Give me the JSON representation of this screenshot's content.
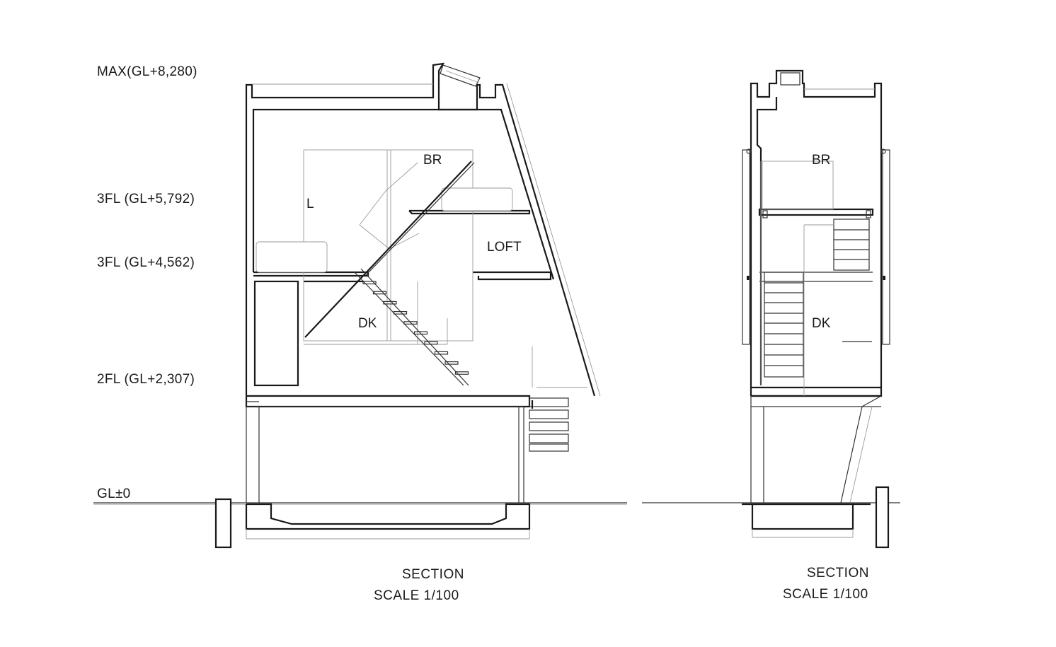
{
  "levels": {
    "max": "MAX(GL+8,280)",
    "fl3_upper": "3FL (GL+5,792)",
    "fl3_lower": "3FL (GL+4,562)",
    "fl2": "2FL (GL+2,307)",
    "gl": "GL±0"
  },
  "section_left": {
    "rooms": {
      "br": "BR",
      "l": "L",
      "loft": "LOFT",
      "dk": "DK"
    },
    "title": "SECTION",
    "scale": "SCALE 1/100"
  },
  "section_right": {
    "rooms": {
      "br": "BR",
      "dk": "DK"
    },
    "title": "SECTION",
    "scale": "SCALE 1/100"
  },
  "colors": {
    "line": "#1a1a1a",
    "thin_line": "#9a9a9a",
    "background": "#ffffff"
  }
}
